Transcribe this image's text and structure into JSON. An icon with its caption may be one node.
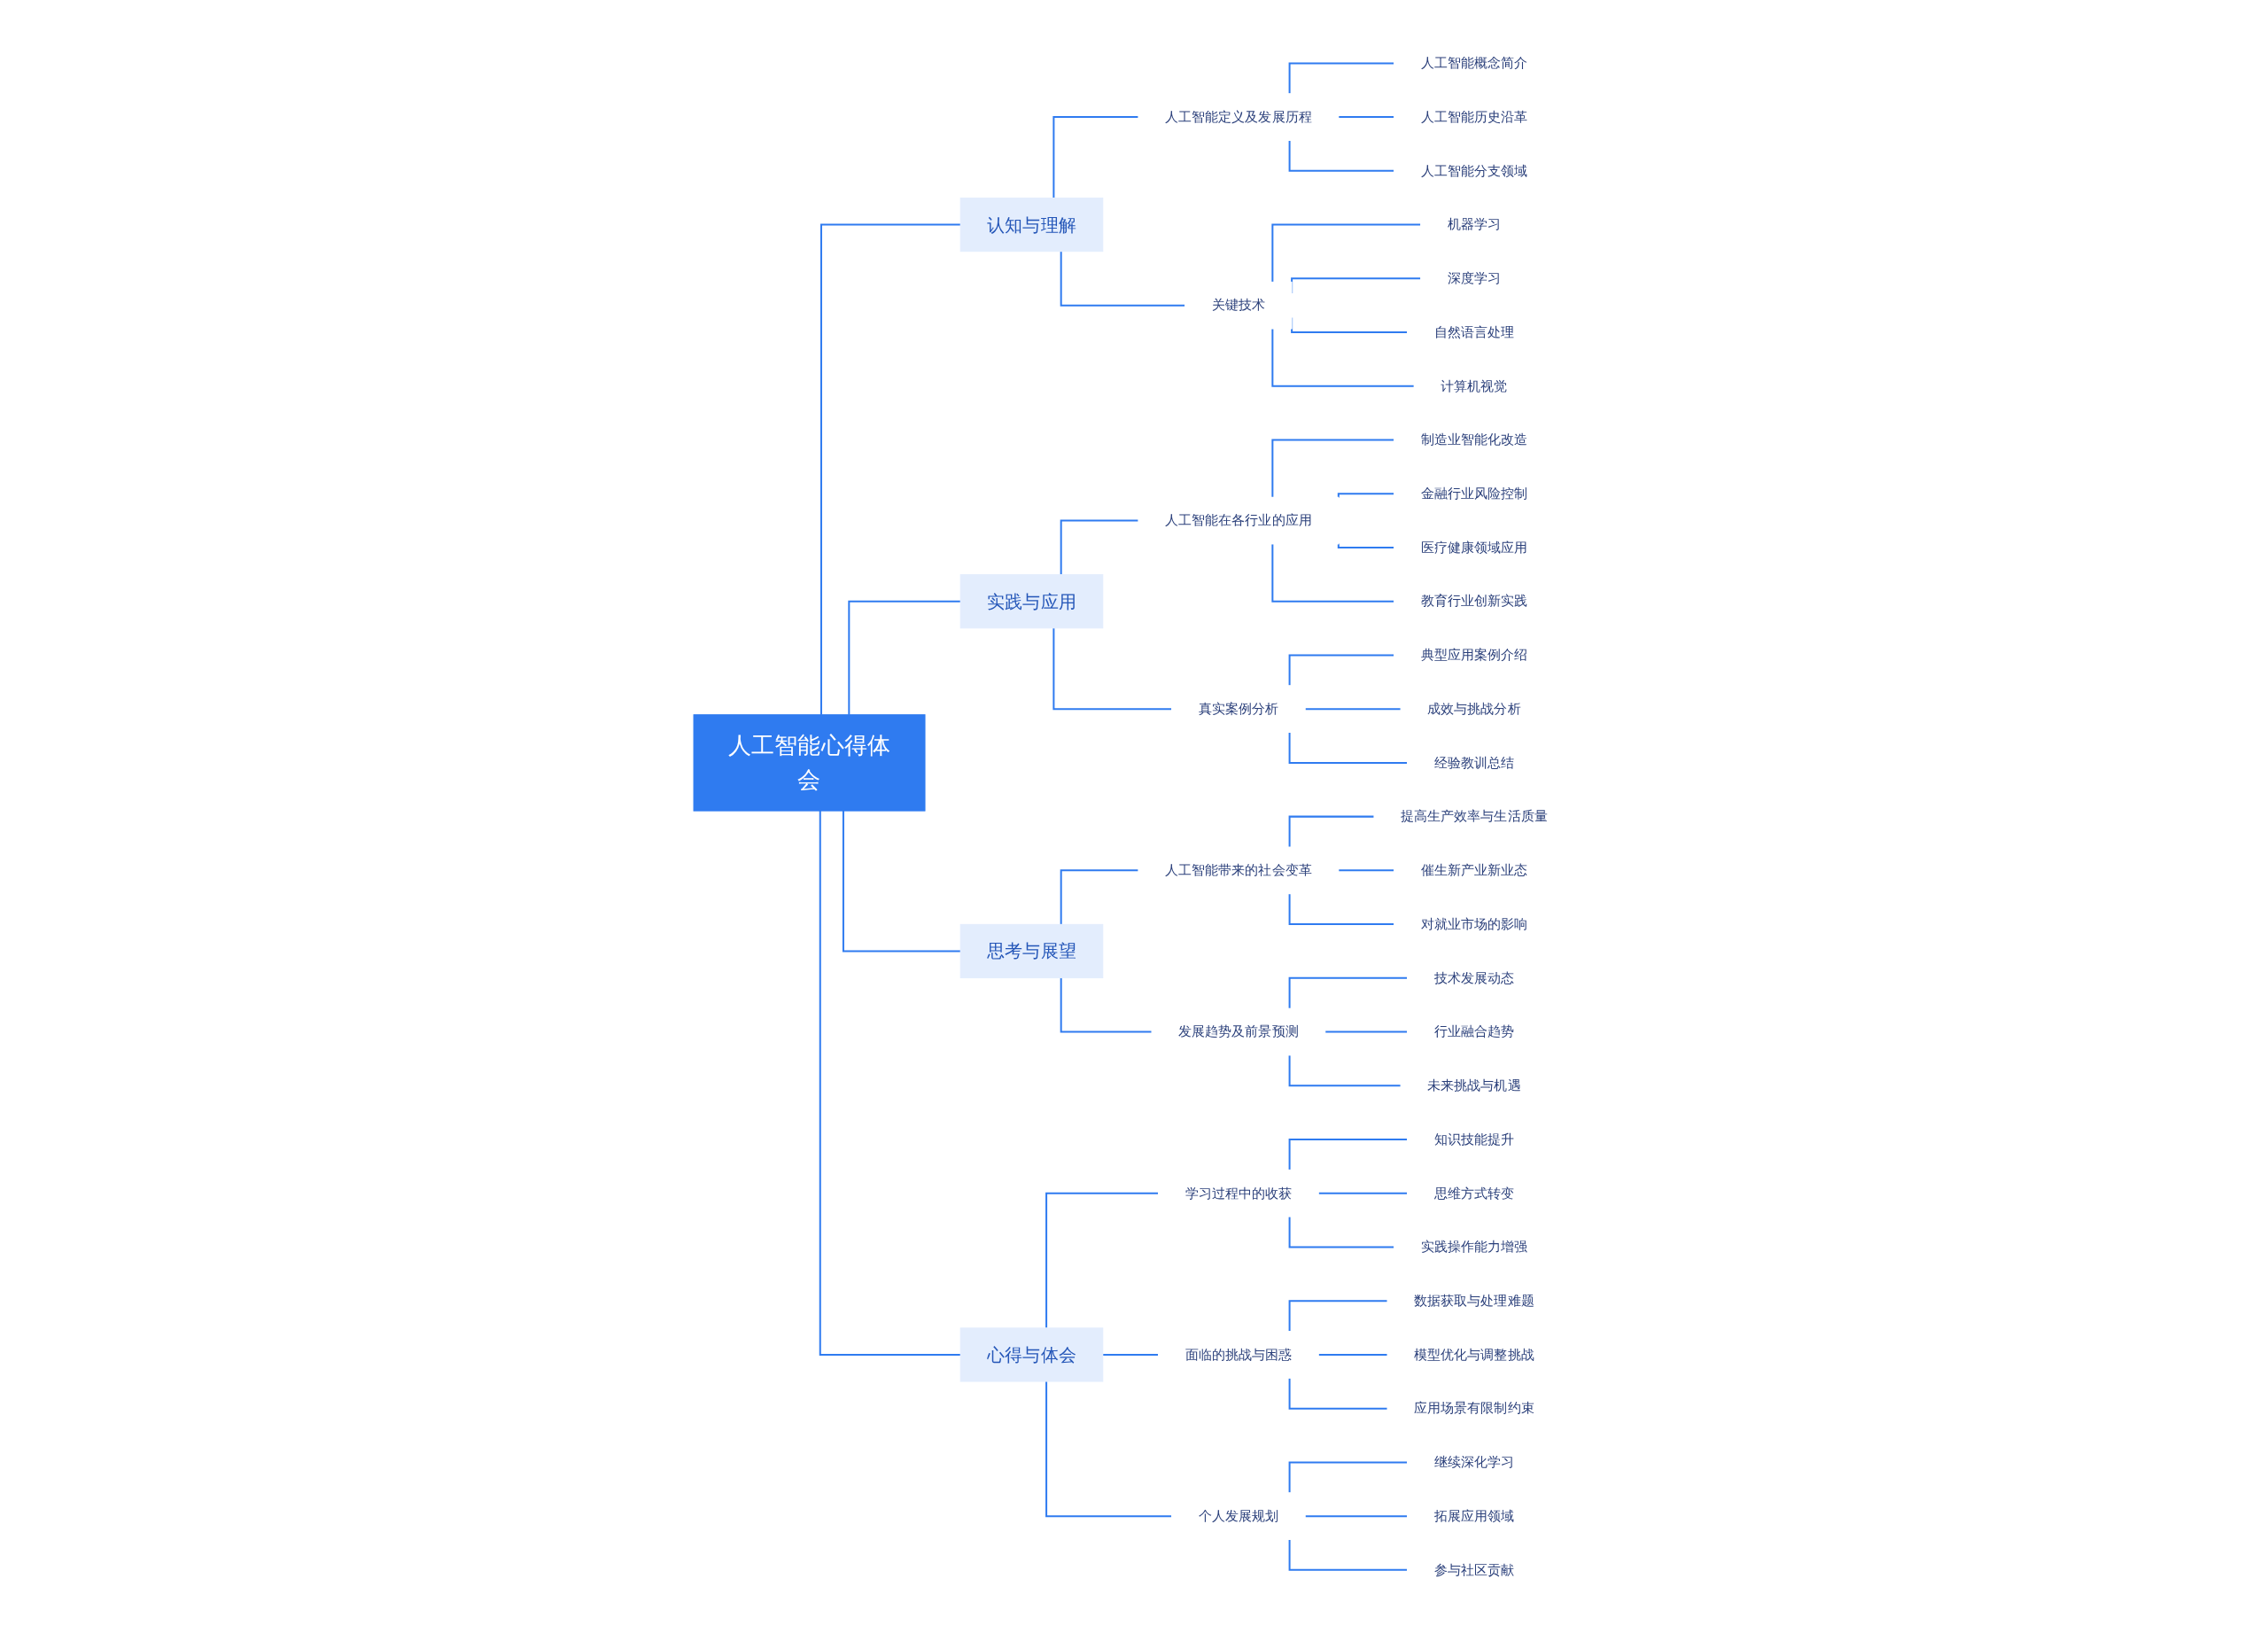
{
  "diagram": {
    "nodes": [
      {
        "text": [
          "人工智能心得体会"
        ]
      },
      {
        "text": [
          "认知与理解"
        ]
      },
      {
        "text": [
          "人工智能定义及发展历程"
        ]
      },
      {
        "text": [
          "人工智能概念简介"
        ]
      },
      {
        "text": [
          "人工智能历史沿革"
        ]
      },
      {
        "text": [
          "人工智能分支领域"
        ]
      },
      {
        "text": [
          "关键技术"
        ]
      },
      {
        "text": [
          "机器学习"
        ]
      },
      {
        "text": [
          "深度学习"
        ]
      },
      {
        "text": [
          "自然语言处理"
        ]
      },
      {
        "text": [
          "计算机视觉"
        ]
      },
      {
        "text": [
          "实践与应用"
        ]
      },
      {
        "text": [
          "人工智能在各行业的应用"
        ]
      },
      {
        "text": [
          "制造业智能化改造"
        ]
      },
      {
        "text": [
          "金融行业风险控制"
        ]
      },
      {
        "text": [
          "医疗健康领域应用"
        ]
      },
      {
        "text": [
          "教育行业创新实践"
        ]
      },
      {
        "text": [
          "真实案例分析"
        ]
      },
      {
        "text": [
          "典型应用案例介绍"
        ]
      },
      {
        "text": [
          "成效与挑战分析"
        ]
      },
      {
        "text": [
          "经验教训总结"
        ]
      },
      {
        "text": [
          "思考与展望"
        ]
      },
      {
        "text": [
          "人工智能带来的社会变革"
        ]
      },
      {
        "text": [
          "提高生产效率与生活质量"
        ]
      },
      {
        "text": [
          "催生新产业新业态"
        ]
      },
      {
        "text": [
          "对就业市场的影响"
        ]
      },
      {
        "text": [
          "发展趋势及前景预测"
        ]
      },
      {
        "text": [
          "技术发展动态"
        ]
      },
      {
        "text": [
          "行业融合趋势"
        ]
      },
      {
        "text": [
          "未来挑战与机遇"
        ]
      },
      {
        "text": [
          "心得与体会"
        ]
      },
      {
        "text": [
          "学习过程中的收获"
        ]
      },
      {
        "text": [
          "知识技能提升"
        ]
      },
      {
        "text": [
          "思维方式转变"
        ]
      },
      {
        "text": [
          "实践操作能力增强"
        ]
      },
      {
        "text": [
          "面临的挑战与困惑"
        ]
      },
      {
        "text": [
          "数据获取与处理难题"
        ]
      },
      {
        "text": [
          "模型优化与调整挑战"
        ]
      },
      {
        "text": [
          "应用场景有限制约束"
        ]
      },
      {
        "text": [
          "个人发展规划"
        ]
      },
      {
        "text": [
          "继续深化学习"
        ]
      },
      {
        "text": [
          "拓展应用领域"
        ]
      },
      {
        "text": [
          "参与社区贡献"
        ]
      }
    ],
    "edges": [
      {
        "from": 0,
        "to": 1,
        "arrow": "none"
      },
      {
        "from": 1,
        "to": 2,
        "arrow": "none"
      },
      {
        "from": 2,
        "to": 3,
        "arrow": "none"
      },
      {
        "from": 2,
        "to": 4,
        "arrow": "none"
      },
      {
        "from": 2,
        "to": 5,
        "arrow": "none"
      },
      {
        "from": 1,
        "to": 6,
        "arrow": "none"
      },
      {
        "from": 6,
        "to": 7,
        "arrow": "none"
      },
      {
        "from": 6,
        "to": 8,
        "arrow": "none"
      },
      {
        "from": 6,
        "to": 9,
        "arrow": "none"
      },
      {
        "from": 6,
        "to": 10,
        "arrow": "none"
      },
      {
        "from": 0,
        "to": 11,
        "arrow": "none"
      },
      {
        "from": 11,
        "to": 12,
        "arrow": "none"
      },
      {
        "from": 12,
        "to": 13,
        "arrow": "none"
      },
      {
        "from": 12,
        "to": 14,
        "arrow": "none"
      },
      {
        "from": 12,
        "to": 15,
        "arrow": "none"
      },
      {
        "from": 12,
        "to": 16,
        "arrow": "none"
      },
      {
        "from": 11,
        "to": 17,
        "arrow": "none"
      },
      {
        "from": 17,
        "to": 18,
        "arrow": "none"
      },
      {
        "from": 17,
        "to": 19,
        "arrow": "none"
      },
      {
        "from": 17,
        "to": 20,
        "arrow": "none"
      },
      {
        "from": 0,
        "to": 21,
        "arrow": "none"
      },
      {
        "from": 21,
        "to": 22,
        "arrow": "none"
      },
      {
        "from": 22,
        "to": 23,
        "arrow": "none"
      },
      {
        "from": 22,
        "to": 24,
        "arrow": "none"
      },
      {
        "from": 22,
        "to": 25,
        "arrow": "none"
      },
      {
        "from": 21,
        "to": 26,
        "arrow": "none"
      },
      {
        "from": 26,
        "to": 27,
        "arrow": "none"
      },
      {
        "from": 26,
        "to": 28,
        "arrow": "none"
      },
      {
        "from": 26,
        "to": 29,
        "arrow": "none"
      },
      {
        "from": 0,
        "to": 30,
        "arrow": "none"
      },
      {
        "from": 30,
        "to": 31,
        "arrow": "none"
      },
      {
        "from": 31,
        "to": 32,
        "arrow": "none"
      },
      {
        "from": 31,
        "to": 33,
        "arrow": "none"
      },
      {
        "from": 31,
        "to": 34,
        "arrow": "none"
      },
      {
        "from": 30,
        "to": 35,
        "arrow": "none"
      },
      {
        "from": 35,
        "to": 36,
        "arrow": "none"
      },
      {
        "from": 35,
        "to": 37,
        "arrow": "none"
      },
      {
        "from": 35,
        "to": 38,
        "arrow": "none"
      },
      {
        "from": 30,
        "to": 39,
        "arrow": "none"
      },
      {
        "from": 39,
        "to": 40,
        "arrow": "none"
      },
      {
        "from": 39,
        "to": 41,
        "arrow": "none"
      },
      {
        "from": 39,
        "to": 42,
        "arrow": "none"
      }
    ]
  }
}
